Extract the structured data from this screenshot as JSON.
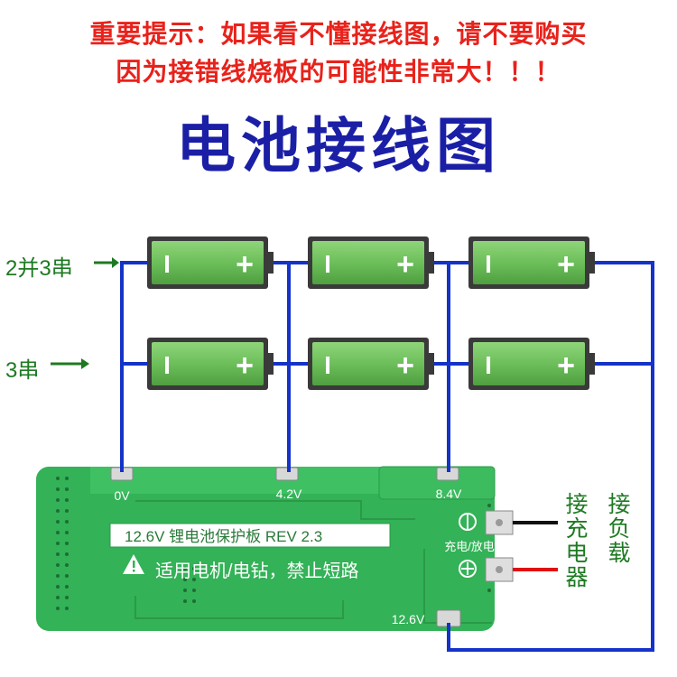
{
  "warning": {
    "line1": "重要提示：如果看不懂接线图，请不要购买",
    "line2": "因为接错线烧板的可能性非常大！！！"
  },
  "title": "电池接线图",
  "config_labels": {
    "two_parallel_three_series": "2并3串",
    "three_series": "3串"
  },
  "battery": {
    "negative_symbol": "I",
    "positive_symbol": "+"
  },
  "board": {
    "name": "12.6V 锂电池保护板 REV 2.3",
    "warning": "适用电机/电钻，禁止短路",
    "warning_icon": "warning-triangle-icon",
    "pads": {
      "v0": "0V",
      "v42": "4.2V",
      "v84": "8.4V",
      "v126": "12.6V"
    },
    "io_label": "充电/放电",
    "minus_icon": "minus-circle-icon",
    "plus_icon": "plus-circle-icon"
  },
  "output_labels": {
    "charger": "接充电器",
    "load": "接负载"
  },
  "colors": {
    "warning_red": "#e8221b",
    "title_blue": "#1a1fa6",
    "wire_blue": "#1533c8",
    "battery_green": "#6cbf5a",
    "label_green": "#1e7a22",
    "board_green": "#33b257",
    "negative_wire": "#111111",
    "positive_wire": "#e01010"
  }
}
